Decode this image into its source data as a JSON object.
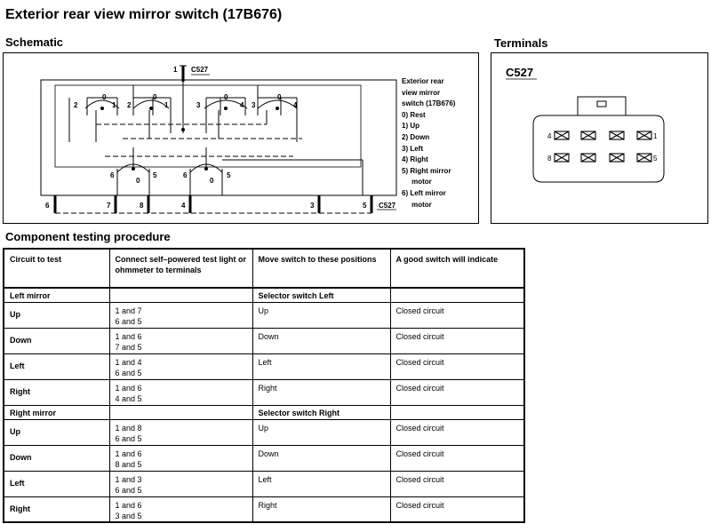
{
  "title": "Exterior rear view mirror switch (17B676)",
  "schematic": {
    "heading": "Schematic",
    "connector_top_pin": "1",
    "connector_top_label": "C527",
    "connector_bottom_label": "C527",
    "bottom_pins": [
      "6",
      "7",
      "8",
      "4",
      "3",
      "5"
    ],
    "upper_left_labels": [
      "2",
      "0",
      "1",
      "2",
      "0",
      "1"
    ],
    "upper_right_labels": [
      "3",
      "0",
      "4",
      "3",
      "0",
      "4"
    ],
    "lower_labels": [
      "6",
      "0",
      "5",
      "6",
      "0",
      "5"
    ],
    "legend": [
      "Exterior rear",
      "view mirror",
      "switch (17B676)",
      "0)  Rest",
      "1)  Up",
      "2)  Down",
      "3)  Left",
      "4)  Right",
      "5)  Right mirror",
      "     motor",
      "6)  Left mirror",
      "     motor"
    ]
  },
  "terminals": {
    "heading": "Terminals",
    "connector": "C527",
    "pin_labels": {
      "top_left": "4",
      "top_right": "1",
      "bottom_left": "8",
      "bottom_right": "5"
    }
  },
  "procedure": {
    "heading": "Component testing procedure",
    "columns": [
      "Circuit to test",
      "Connect self–powered test light or ohmmeter to terminals",
      "Move switch to these positions",
      "A good switch will indicate"
    ],
    "sections": [
      {
        "name": "Left mirror",
        "selector": "Selector switch Left",
        "rows": [
          {
            "circuit": "Up",
            "terminals": [
              "1 and 7",
              "6 and 5"
            ],
            "position": "Up",
            "result": "Closed circuit"
          },
          {
            "circuit": "Down",
            "terminals": [
              "1 and 6",
              "7 and 5"
            ],
            "position": "Down",
            "result": "Closed circuit"
          },
          {
            "circuit": "Left",
            "terminals": [
              "1 and 4",
              "6 and 5"
            ],
            "position": "Left",
            "result": "Closed circuit"
          },
          {
            "circuit": "Right",
            "terminals": [
              "1 and 6",
              "4 and 5"
            ],
            "position": "Right",
            "result": "Closed circuit"
          }
        ]
      },
      {
        "name": "Right mirror",
        "selector": "Selector switch Right",
        "rows": [
          {
            "circuit": "Up",
            "terminals": [
              "1 and 8",
              "6 and 5"
            ],
            "position": "Up",
            "result": "Closed circuit"
          },
          {
            "circuit": "Down",
            "terminals": [
              "1 and 6",
              "8 and 5"
            ],
            "position": "Down",
            "result": "Closed circuit"
          },
          {
            "circuit": "Left",
            "terminals": [
              "1 and 3",
              "6 and 5"
            ],
            "position": "Left",
            "result": "Closed circuit"
          },
          {
            "circuit": "Right",
            "terminals": [
              "1 and 6",
              "3 and 5"
            ],
            "position": "Right",
            "result": "Closed circuit"
          }
        ]
      }
    ]
  }
}
